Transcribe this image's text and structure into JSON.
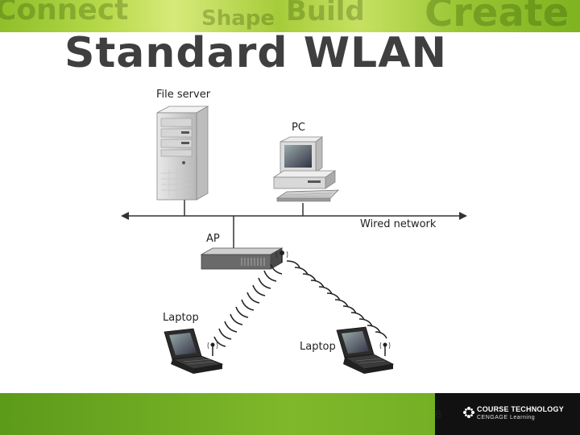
{
  "banner": {
    "words": [
      "Connect",
      "Shape",
      "Build",
      "Create"
    ]
  },
  "slide": {
    "title": "Standard WLAN"
  },
  "diagram": {
    "labels": {
      "file_server": "File server",
      "pc": "PC",
      "wired_network": "Wired network",
      "ap": "AP",
      "laptop_left": "Laptop",
      "laptop_right": "Laptop"
    }
  },
  "footer": {
    "page_number": "8",
    "logo_line1": "COURSE TECHNOLOGY",
    "logo_line2": "CENGAGE Learning"
  },
  "colors": {
    "title": "#3f3f3f",
    "banner": "#a6cc3a",
    "footer": "#6aa61f",
    "logo_box": "#111111"
  }
}
